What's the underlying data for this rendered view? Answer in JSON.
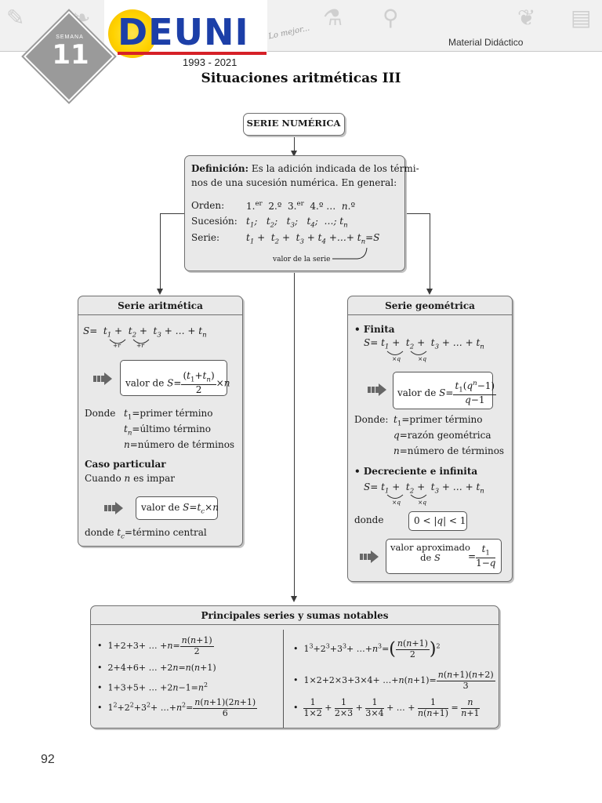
{
  "header": {
    "semana_label": "SEMANA",
    "semana_number": "11",
    "logo_text": "DEUNI",
    "years": "1993 - 2021",
    "slogan": "Lo mejor...",
    "material": "Material Didáctico",
    "page_title": "Situaciones aritméticas III"
  },
  "top": {
    "title": "SERIE NUMÉRICA",
    "definition_label": "Definición:",
    "definition_line1": "Es la adición indicada de los térmi-",
    "definition_line2": "nos de una sucesión numérica. En general:",
    "orden_label": "Orden:",
    "sucesion_label": "Sucesión:",
    "serie_label": "Serie:",
    "valor_label": "valor de la serie"
  },
  "aritmetica": {
    "title": "Serie aritmética",
    "valor_text": "valor de",
    "donde": "Donde",
    "t1_desc": "=primer término",
    "tn_desc": "=último término",
    "n_desc": "=número de términos",
    "caso": "Caso particular",
    "cuando": "Cuando",
    "es_impar": "es impar",
    "donde_tc": "donde",
    "tc_desc": "=término central"
  },
  "geometrica": {
    "title": "Serie geométrica",
    "finita": "Finita",
    "valor_text": "valor de",
    "donde": "Donde:",
    "t1_desc": "=primer término",
    "q_desc": "=razón geométrica",
    "n_desc": "=número de términos",
    "decreciente": "Decreciente e infinita",
    "donde2": "donde",
    "valor_aprox": "valor aproximado",
    "de_s": "de"
  },
  "notables": {
    "title": "Principales series y sumas notables"
  },
  "footer": {
    "page_number": "92"
  }
}
